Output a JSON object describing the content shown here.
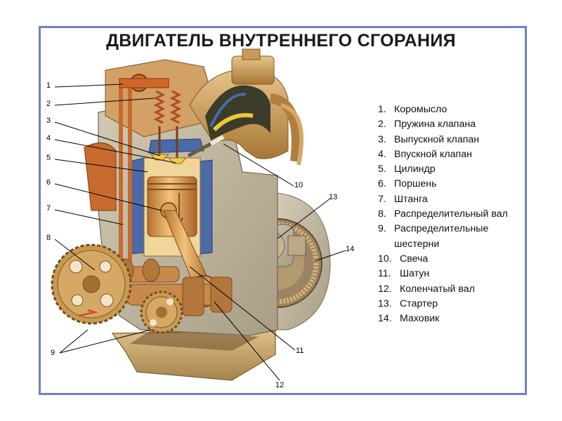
{
  "title": "ДВИГАТЕЛЬ ВНУТРЕННЕГО СГОРАНИЯ",
  "colors": {
    "frame": "#6f7fc4",
    "engine_block": "#c3b9a1",
    "copper": "#c86a2e",
    "brass": "#c99a4e",
    "coolant_jacket": "#4b6aa8",
    "piston": "#e3a75d",
    "oil_pan": "#c8a26a"
  },
  "callouts": [
    "1",
    "2",
    "3",
    "4",
    "5",
    "6",
    "7",
    "8",
    "9",
    "10",
    "11",
    "12",
    "13",
    "14"
  ],
  "legend": [
    {
      "num": "1.",
      "label": "Коромысло"
    },
    {
      "num": "2.",
      "label": "Пружина клапана"
    },
    {
      "num": "3.",
      "label": "Выпускной клапан"
    },
    {
      "num": "4.",
      "label": "Впускной клапан"
    },
    {
      "num": "5.",
      "label": "Цилиндр"
    },
    {
      "num": "6.",
      "label": "Поршень"
    },
    {
      "num": "7.",
      "label": "Штанга"
    },
    {
      "num": "8.",
      "label": "Распределительный вал"
    },
    {
      "num": "9.",
      "label": "Распределительные шестерни"
    },
    {
      "num": "10.",
      "label": "Свеча"
    },
    {
      "num": "11.",
      "label": "Шатун"
    },
    {
      "num": "12.",
      "label": "Коленчатый вал"
    },
    {
      "num": "13.",
      "label": "Стартер"
    },
    {
      "num": "14.",
      "label": "Маховик"
    }
  ]
}
